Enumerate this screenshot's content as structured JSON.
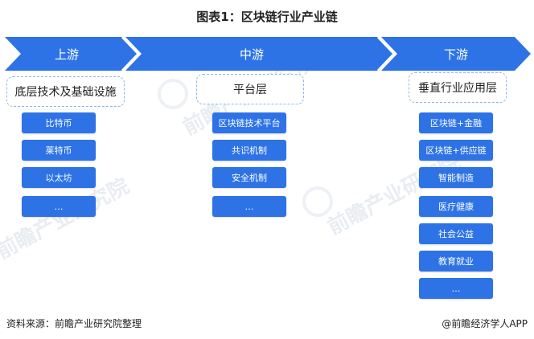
{
  "title": "图表1：区块链行业产业链",
  "stages": [
    "上游",
    "中游",
    "下游"
  ],
  "upstream": {
    "header": "底层技术及基础设施",
    "items": [
      "比特币",
      "莱特币",
      "以太坊",
      "…"
    ]
  },
  "midstream": {
    "header": "平台层",
    "items": [
      "区块链技术平台",
      "共识机制",
      "安全机制",
      "…"
    ]
  },
  "downstream": {
    "header": "垂直行业应用层",
    "items": [
      "区块链+金融",
      "区块链+供应链",
      "智能制造",
      "医疗健康",
      "社会公益",
      "教育就业",
      "…"
    ]
  },
  "watermark": "前瞻产业研究院",
  "footer": {
    "source": "资料来源：前瞻产业研究院整理",
    "brand": "@前瞻经济学人APP"
  },
  "colors": {
    "arrow": "#2e73e6",
    "arrow_light": "#4a8af0",
    "item": "#2e73e6",
    "dashed_border": "#8fb8e8"
  }
}
